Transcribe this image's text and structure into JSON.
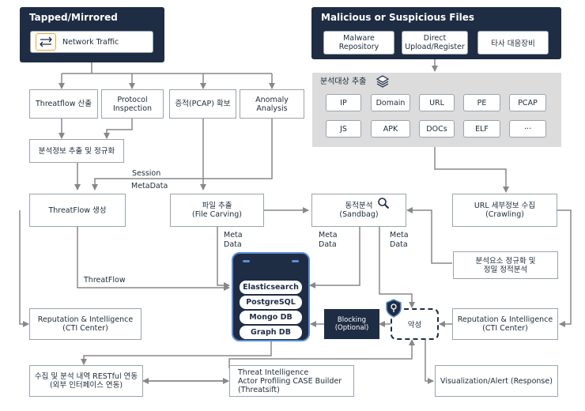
{
  "groups": {
    "tapped": {
      "title": "Tapped/Mirrored",
      "network_traffic": "Network Traffic"
    },
    "malicious": {
      "title": "Malicious or Suspicious Files",
      "sources": [
        [
          "Malware",
          "Repository"
        ],
        [
          "Direct",
          "Upload/Register"
        ],
        [
          "타사 대응장비"
        ]
      ]
    },
    "analysis": {
      "title": "분석대상 추출",
      "types_row1": [
        "IP",
        "Domain",
        "URL",
        "PE",
        "PCAP"
      ],
      "types_row2": [
        "JS",
        "APK",
        "DOCs",
        "ELF",
        "···"
      ]
    }
  },
  "boxes": {
    "threatflow_calc": "Threatflow  산출",
    "protocol": [
      "Protocol",
      "Inspection"
    ],
    "evidence": "증적(PCAP) 확보",
    "anomaly": [
      "Anomaly",
      "Analysis"
    ],
    "analysis_extract": "분석정보 추출 및 정규화",
    "threatflow_gen": "ThreatFlow 생성",
    "file_carving": [
      "파일 추출",
      "(File Carving)"
    ],
    "sandbag": [
      "동적분석",
      "(Sandbag)"
    ],
    "crawling": [
      "URL 세부정보 수집",
      "(Crawling)"
    ],
    "normalize": [
      "분석요소 정규화 및",
      "정밀 정적분석"
    ],
    "reputation_left": [
      "Reputation & Intelligence",
      "(CTI Center)"
    ],
    "reputation_right": [
      "Reputation & Intelligence",
      "(CTI Center)"
    ],
    "restful": [
      "수집 및 분석 내역 RESTful 연동",
      "(외부 인터페이스 연동)"
    ],
    "threatsift": [
      "Threat Intelligence",
      "Actor Profiling CASE Builder",
      "(Threatsift)"
    ],
    "visualization": "Visualization/Alert  (Response)",
    "blocking": [
      "Blocking",
      "(Optional)"
    ],
    "malicious_node": "악성"
  },
  "database": [
    "Elasticsearch",
    "PostgreSQL",
    "Mongo DB",
    "Graph DB"
  ],
  "labels": {
    "session": "Session",
    "metadata": "MetaData",
    "meta": "Meta",
    "data": "Data",
    "threatflow": "ThreatFlow"
  }
}
